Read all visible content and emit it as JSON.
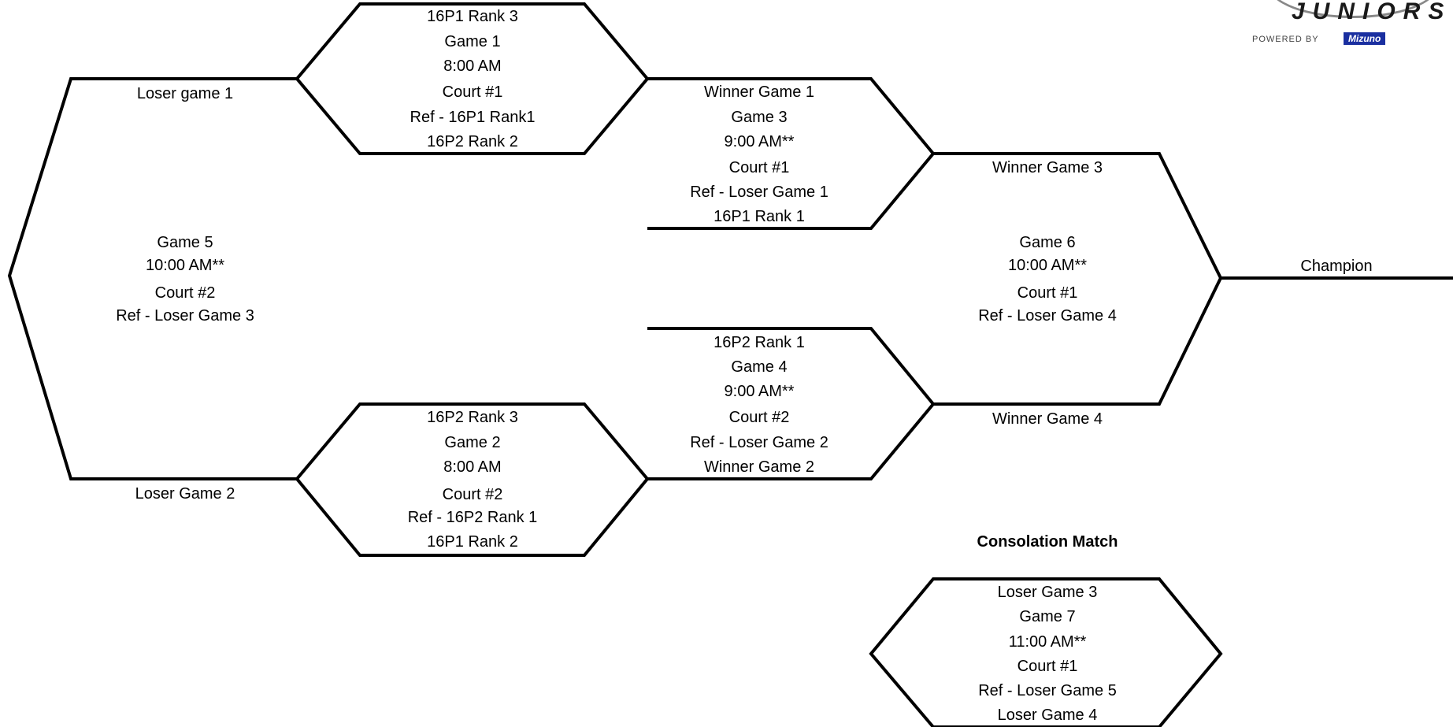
{
  "game1": [
    "16P1 Rank 3",
    "Game 1",
    "8:00 AM",
    "Court #1",
    "Ref - 16P1 Rank1",
    "16P2 Rank 2"
  ],
  "game2": [
    "16P2 Rank 3",
    "Game 2",
    "8:00 AM",
    "Court #2",
    "Ref - 16P2 Rank 1",
    "16P1 Rank 2"
  ],
  "game3": [
    "Winner Game 1",
    "Game 3",
    "9:00 AM**",
    "Court #1",
    "Ref - Loser Game 1",
    "16P1 Rank 1"
  ],
  "game4": [
    "16P2 Rank 1",
    "Game 4",
    "9:00 AM**",
    "Court #2",
    "Ref - Loser Game 2",
    "Winner Game 2"
  ],
  "game5": [
    "Game 5",
    "10:00 AM**",
    "Court #2",
    "Ref - Loser Game 3"
  ],
  "game6": [
    "Game 6",
    "10:00 AM**",
    "Court #1",
    "Ref - Loser Game 4"
  ],
  "game7": [
    "Loser Game 3",
    "Game 7",
    "11:00 AM**",
    "Court #1",
    "Ref - Loser Game 5",
    "Loser Game 4"
  ],
  "slots": {
    "loser_game_1": "Loser game 1",
    "loser_game_2": "Loser Game 2",
    "winner_game_3": "Winner Game 3",
    "winner_game_4": "Winner Game 4",
    "champion": "Champion"
  },
  "consolation_title": "Consolation Match",
  "logo": {
    "wordmark": "JUNIORS",
    "powered_by": "POWERED BY",
    "brand": "Mizuno"
  },
  "colors": {
    "line": "#000000",
    "brand": "#1a2fa0"
  }
}
